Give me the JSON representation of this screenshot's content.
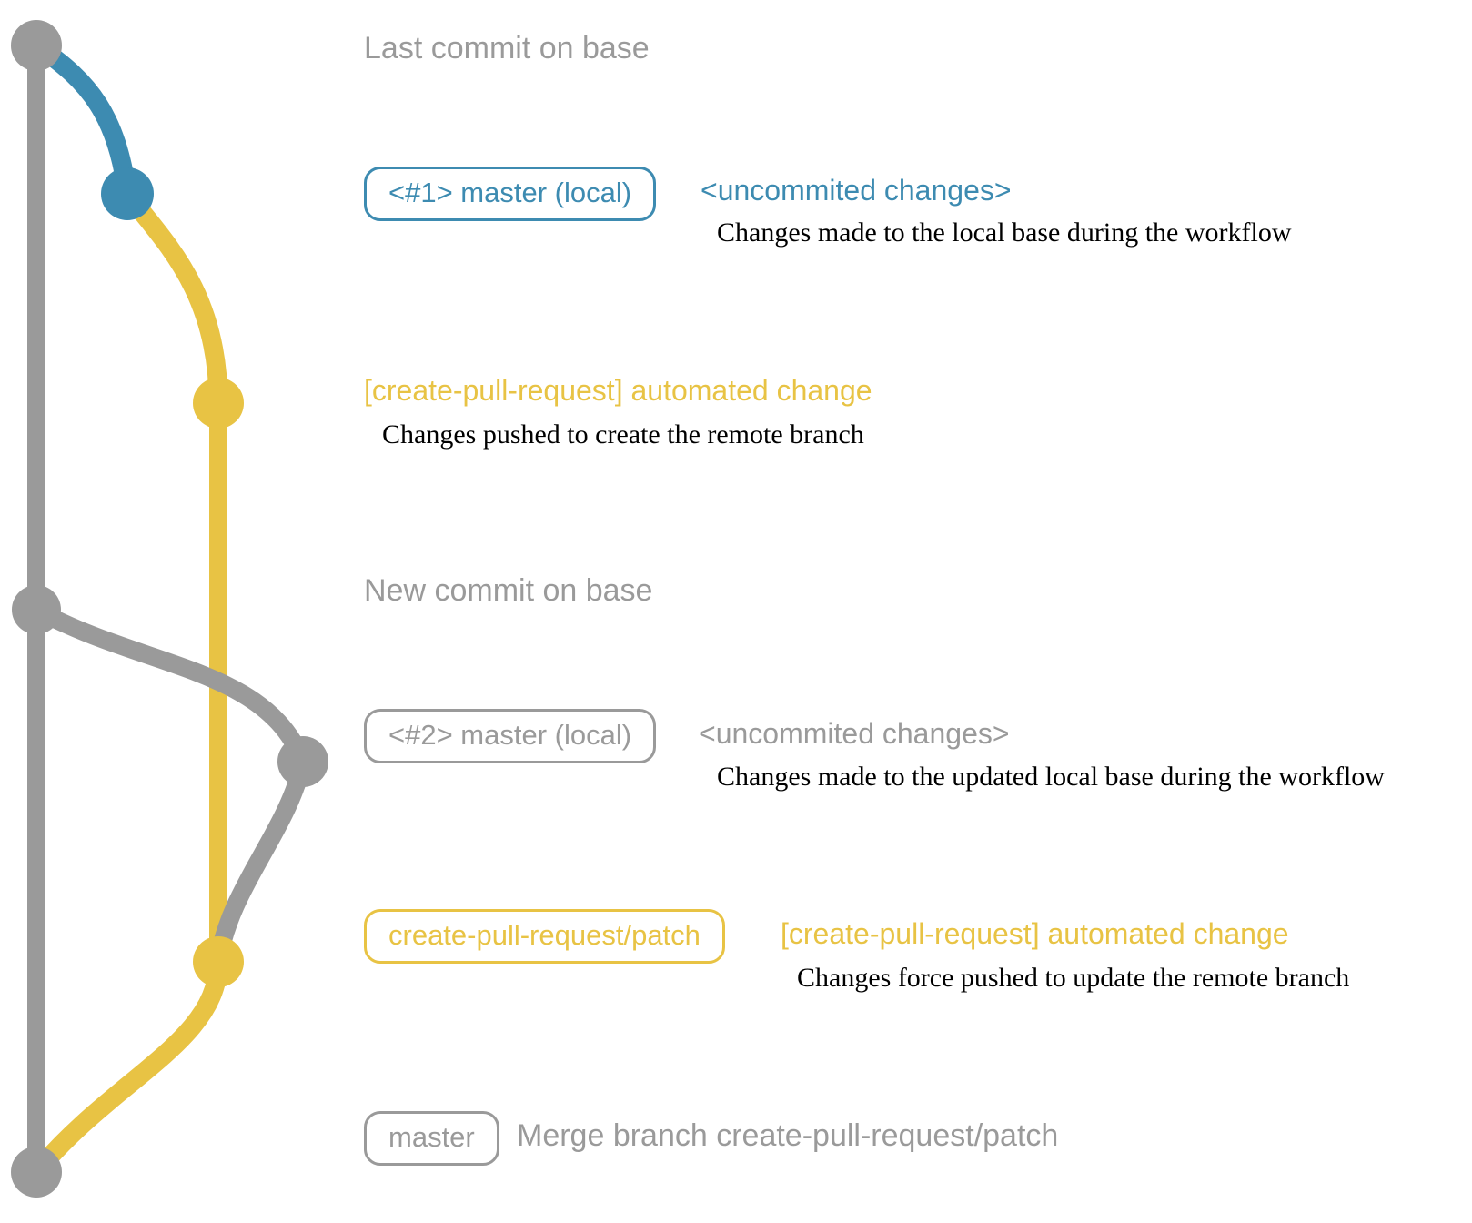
{
  "colors": {
    "gray": "#9a9a9a",
    "blue": "#3d8bb1",
    "yellow": "#e8c344",
    "desc": "#000000"
  },
  "graph": {
    "branches": [
      "base",
      "master (local)",
      "create-pull-request/patch"
    ],
    "nodes": [
      {
        "name": "last-commit-on-base",
        "branch": "base",
        "color": "gray"
      },
      {
        "name": "commit-1-master-local",
        "branch": "master (local)",
        "color": "blue"
      },
      {
        "name": "push-create-remote-branch",
        "branch": "create-pull-request/patch",
        "color": "yellow"
      },
      {
        "name": "new-commit-on-base",
        "branch": "base",
        "color": "gray"
      },
      {
        "name": "commit-2-master-local",
        "branch": "master (local)",
        "color": "gray"
      },
      {
        "name": "force-push-remote-branch",
        "branch": "create-pull-request/patch",
        "color": "yellow"
      },
      {
        "name": "merge-commit-master",
        "branch": "base",
        "color": "gray"
      }
    ]
  },
  "rows": {
    "last_commit": {
      "label": "Last commit on base"
    },
    "commit1": {
      "pill": "<#1> master (local)",
      "message": "<uncommited changes>",
      "description": "Changes made to the local base during the workflow"
    },
    "push1": {
      "message": "[create-pull-request] automated change",
      "description": "Changes pushed to create the remote branch"
    },
    "new_commit": {
      "label": "New commit on base"
    },
    "commit2": {
      "pill": "<#2> master (local)",
      "message": "<uncommited changes>",
      "description": "Changes made to the updated local base during the workflow"
    },
    "push2": {
      "pill": "create-pull-request/patch",
      "message": "[create-pull-request] automated change",
      "description": "Changes force pushed to update the remote branch"
    },
    "merge": {
      "pill": "master",
      "label": "Merge branch create-pull-request/patch"
    }
  }
}
